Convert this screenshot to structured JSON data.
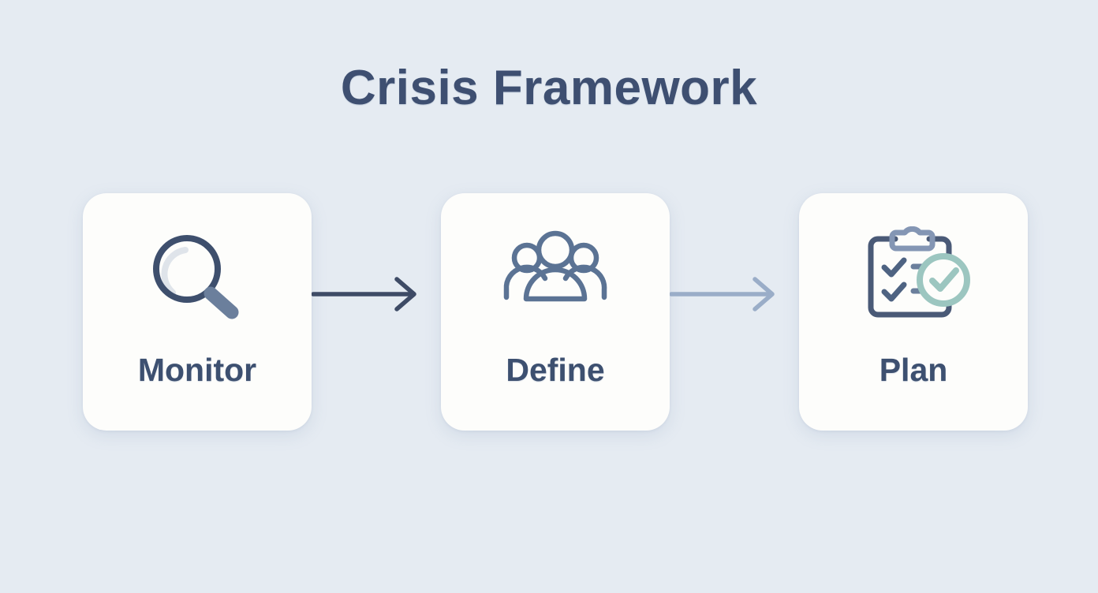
{
  "page": {
    "title": "Crisis Framework",
    "background_color": "#e5ebf2",
    "title_color": "#3e4f71"
  },
  "flow": {
    "steps": [
      {
        "label": "Monitor",
        "icon": "magnifying-glass-icon",
        "icon_colors": {
          "ring": "#3e4f6d",
          "highlight": "#dfe4ea",
          "handle": "#6b7f9c"
        }
      },
      {
        "label": "Define",
        "icon": "people-group-icon",
        "icon_colors": {
          "stroke": "#5b7394"
        }
      },
      {
        "label": "Plan",
        "icon": "clipboard-check-icon",
        "icon_colors": {
          "board": "#4a5a77",
          "clip": "#8496b4",
          "check": "#4e6382",
          "badge": "#9cc6c0"
        }
      }
    ],
    "connectors": [
      {
        "icon": "arrow-right-icon",
        "color": "#3e4b66",
        "from": "Monitor",
        "to": "Define"
      },
      {
        "icon": "arrow-right-icon",
        "color": "#9aadc8",
        "from": "Define",
        "to": "Plan"
      }
    ],
    "card_color": "#fdfdfb",
    "label_color": "#3d5070"
  }
}
